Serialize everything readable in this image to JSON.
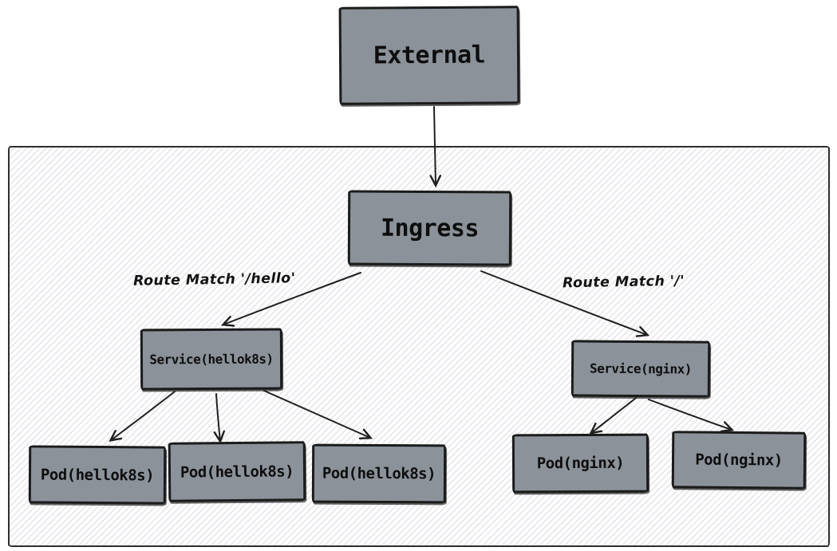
{
  "diagram": {
    "nodes": {
      "external": "External",
      "ingress": "Ingress",
      "service_hellok8s": "Service(hellok8s)",
      "service_nginx": "Service(nginx)",
      "pod_hellok8s_1": "Pod(hellok8s)",
      "pod_hellok8s_2": "Pod(hellok8s)",
      "pod_hellok8s_3": "Pod(hellok8s)",
      "pod_nginx_1": "Pod(nginx)",
      "pod_nginx_2": "Pod(nginx)"
    },
    "edge_labels": {
      "route_hello": "Route Match '/hello'",
      "route_root": "Route Match '/'"
    },
    "edges": [
      {
        "from": "External",
        "to": "Ingress",
        "label": ""
      },
      {
        "from": "Ingress",
        "to": "Service(hellok8s)",
        "label": "Route Match '/hello'"
      },
      {
        "from": "Ingress",
        "to": "Service(nginx)",
        "label": "Route Match '/'"
      },
      {
        "from": "Service(hellok8s)",
        "to": "Pod(hellok8s) #1",
        "label": ""
      },
      {
        "from": "Service(hellok8s)",
        "to": "Pod(hellok8s) #2",
        "label": ""
      },
      {
        "from": "Service(hellok8s)",
        "to": "Pod(hellok8s) #3",
        "label": ""
      },
      {
        "from": "Service(nginx)",
        "to": "Pod(nginx) #1",
        "label": ""
      },
      {
        "from": "Service(nginx)",
        "to": "Pod(nginx) #2",
        "label": ""
      }
    ],
    "colors": {
      "node_fill": "#8b929a",
      "node_border": "#1b1b1b",
      "edge_stroke": "#202020",
      "hatch_line": "#e3e3e9",
      "canvas_bg": "#ffffff",
      "text": "#0e0e0e"
    }
  }
}
